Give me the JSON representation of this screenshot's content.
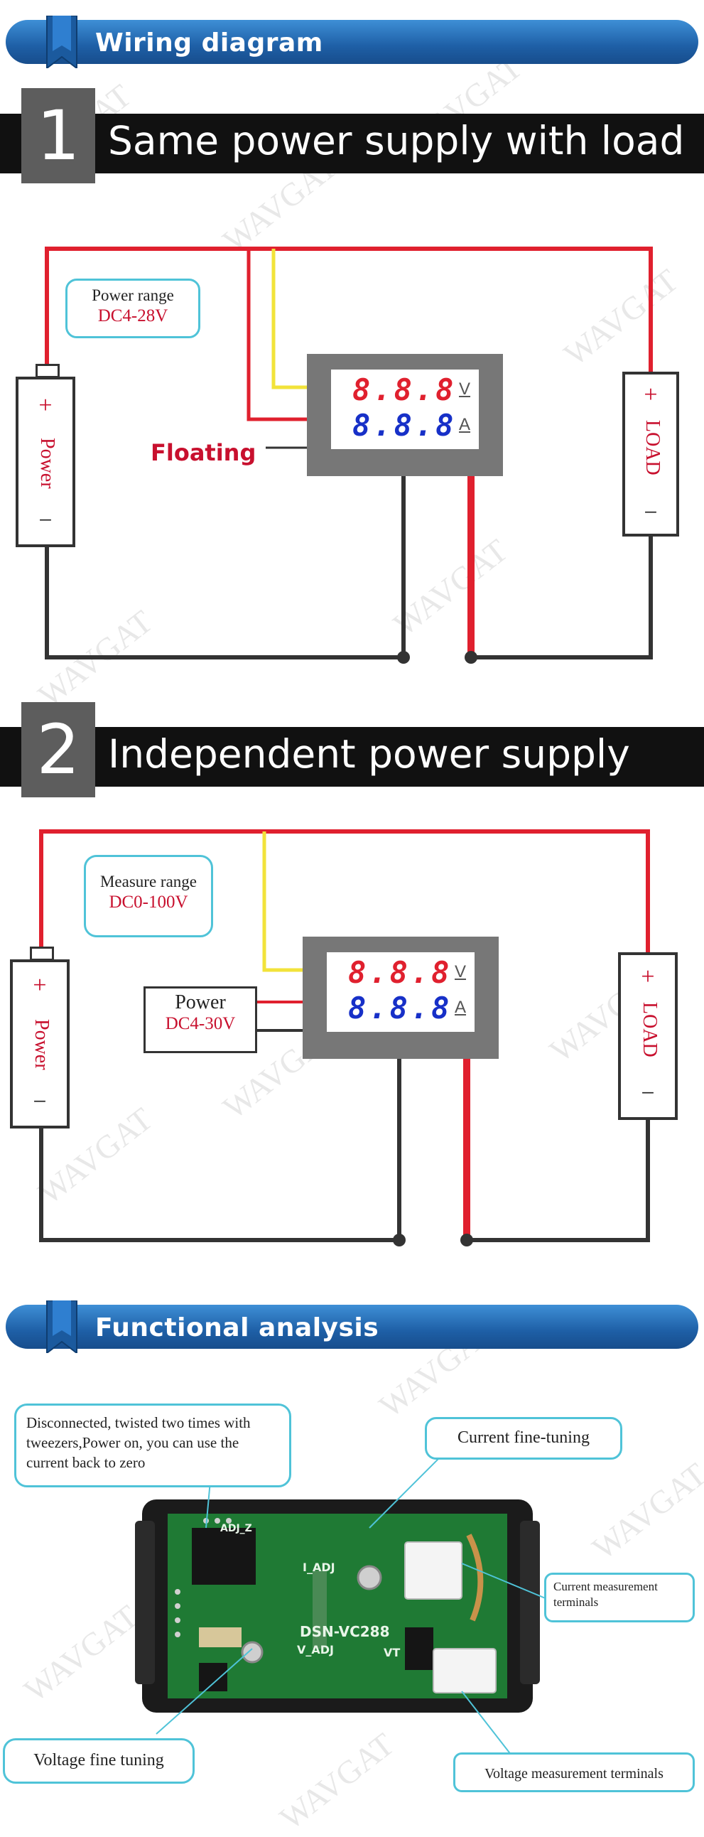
{
  "banners": {
    "wiring": "Wiring diagram",
    "functional": "Functional analysis"
  },
  "section1": {
    "number": "1",
    "title": "Same power supply with load",
    "callout": {
      "line1": "Power range",
      "line2": "DC4-28V"
    },
    "floating_label": "Floating",
    "battery_label": "Power",
    "battery_plus": "+",
    "battery_minus": "−",
    "load_label": "LOAD",
    "load_plus": "+",
    "load_minus": "−",
    "meter": {
      "top_digits": "8.8.8",
      "bottom_digits": "8.8.8",
      "top_unit": "V",
      "bottom_unit": "A"
    }
  },
  "section2": {
    "number": "2",
    "title": "Independent power supply",
    "callout": {
      "line1": "Measure range",
      "line2": "DC0-100V"
    },
    "power_box": {
      "line1": "Power",
      "line2": "DC4-30V"
    },
    "battery_label": "Power",
    "battery_plus": "+",
    "battery_minus": "−",
    "load_label": "LOAD",
    "load_plus": "+",
    "load_minus": "−",
    "meter": {
      "top_digits": "8.8.8",
      "bottom_digits": "8.8.8",
      "top_unit": "V",
      "bottom_unit": "A"
    }
  },
  "functional": {
    "note": "Disconnected, twisted two times with tweezers,Power on, you can use the current back to zero",
    "current_fine": "Current fine-tuning",
    "current_terminals": "Current measurement terminals",
    "voltage_fine": "Voltage fine tuning",
    "voltage_terminals": "Voltage measurement terminals",
    "board_model": "DSN-VC288",
    "board_iadj": "I_ADJ",
    "board_vadj": "V_ADJ",
    "board_adjz": "ADJ_Z",
    "board_vt": "VT"
  },
  "watermark": "WAVGAT",
  "colors": {
    "accent": "#1e5fa6",
    "wire_red": "#e0202e",
    "wire_black": "#333333",
    "wire_yellow": "#f2e33a",
    "digit_red": "#e0202e",
    "digit_blue": "#1730c8"
  }
}
